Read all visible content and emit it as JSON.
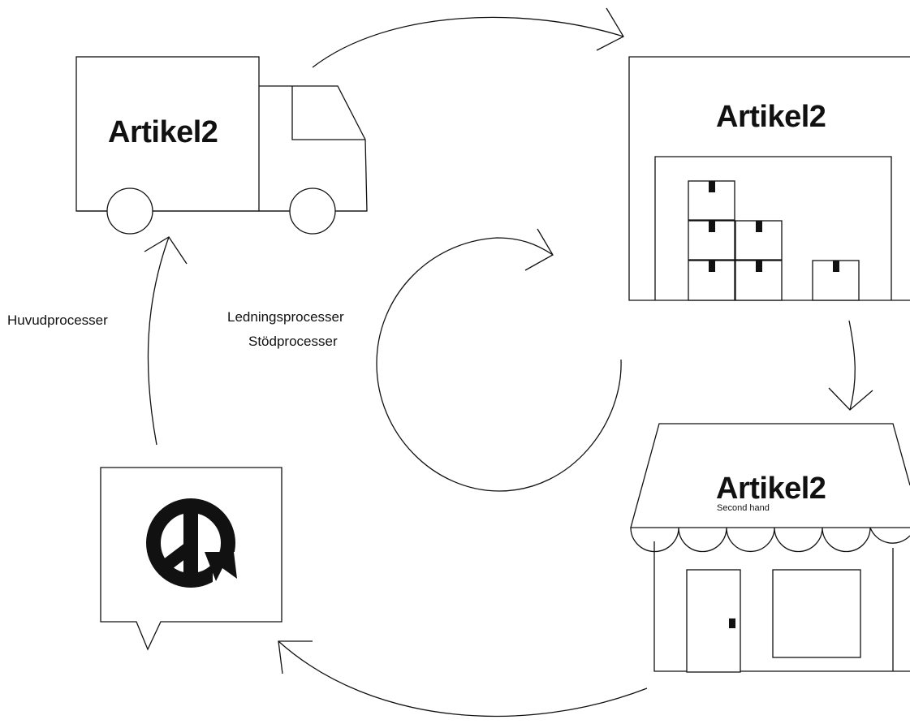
{
  "truck": {
    "brand": "Artikel2"
  },
  "warehouse": {
    "brand": "Artikel2"
  },
  "shop": {
    "brand": "Artikel2",
    "tagline": "Second hand"
  },
  "labels": {
    "main": "Huvudprocesser",
    "management": "Ledningsprocesser",
    "support": "Stödprocesser"
  },
  "icons": {
    "speech_bubble": "peace-recycle-logo-icon"
  },
  "colors": {
    "ink": "#111111",
    "background": "#ffffff"
  }
}
